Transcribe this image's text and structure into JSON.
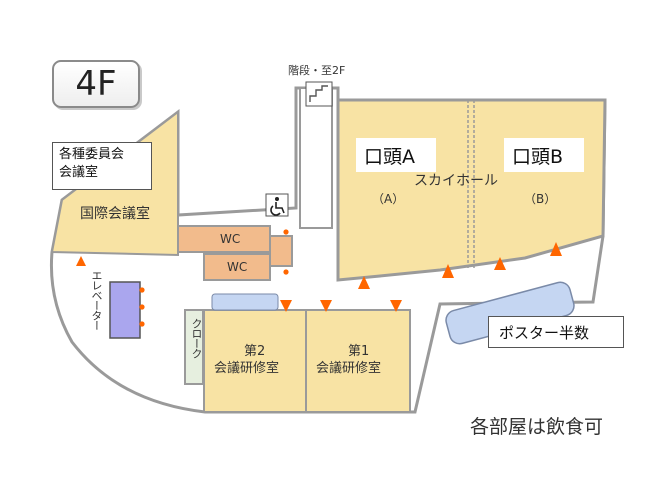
{
  "floor": "4F",
  "stairs_label": "階段・至2F",
  "rooms": {
    "kokusai": "国際会議室",
    "wc_1": "WC",
    "wc_2": "WC",
    "sky_hall": "スカイホール",
    "sky_hall_a": "（A）",
    "sky_hall_b": "（B）",
    "kenshu_2": [
      "第2",
      "会議研修室"
    ],
    "kenshu_1": [
      "第1",
      "会議研修室"
    ],
    "cloak": "クローク",
    "elevator": "エレベーター"
  },
  "callouts": {
    "iinkai": [
      "各種委員会",
      "会議室"
    ],
    "oral_a": "口頭A",
    "oral_b": "口頭B",
    "poster": "ポスター半数"
  },
  "note": "各部屋は飲食可",
  "colors": {
    "room_fill": "#f8e3a4",
    "wall": "#9a9a9a",
    "wc_fill": "#f2bb8c",
    "elevator_fill": "#aaa6ee",
    "poster_panel": "#c5d6f2",
    "marker": "#ff6600"
  }
}
